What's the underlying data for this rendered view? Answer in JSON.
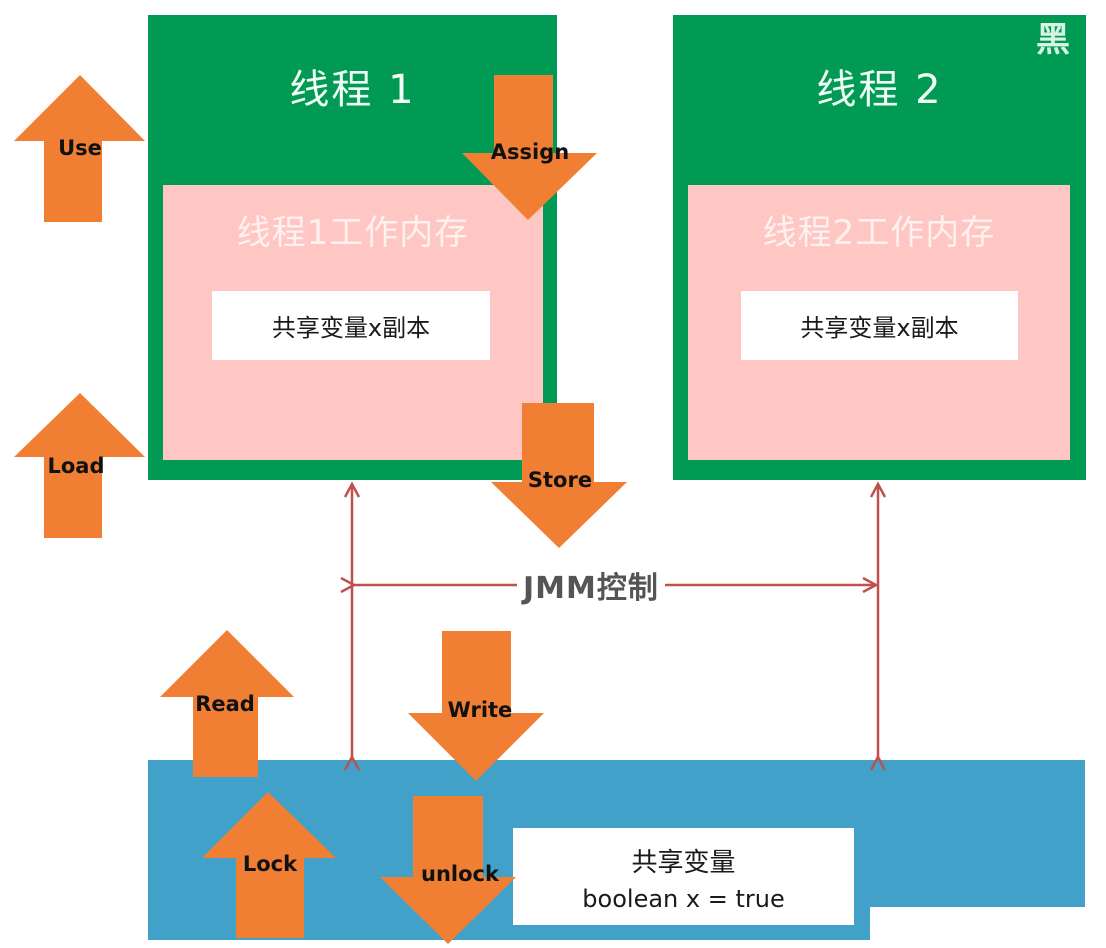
{
  "diagram": {
    "threads": [
      {
        "title": "线程 1",
        "working_memory_title": "线程1工作内存",
        "copy_label": "共享变量x副本"
      },
      {
        "title": "线程 2",
        "working_memory_title": "线程2工作内存",
        "copy_label": "共享变量x副本"
      }
    ],
    "watermark": "黑",
    "jmm_label": "JMM控制",
    "main_memory": {
      "title": "共享变量",
      "value": "boolean x = true"
    },
    "operations": {
      "use": "Use",
      "assign": "Assign",
      "load": "Load",
      "store": "Store",
      "read": "Read",
      "write": "Write",
      "lock": "Lock",
      "unlock": "unlock"
    },
    "colors": {
      "thread_green": "#019a55",
      "working_memory_pink": "#ffc7c3",
      "main_memory_blue": "#41a1c8",
      "operation_orange": "#f07f33",
      "jmm_arrow_red": "#c0504d"
    }
  }
}
